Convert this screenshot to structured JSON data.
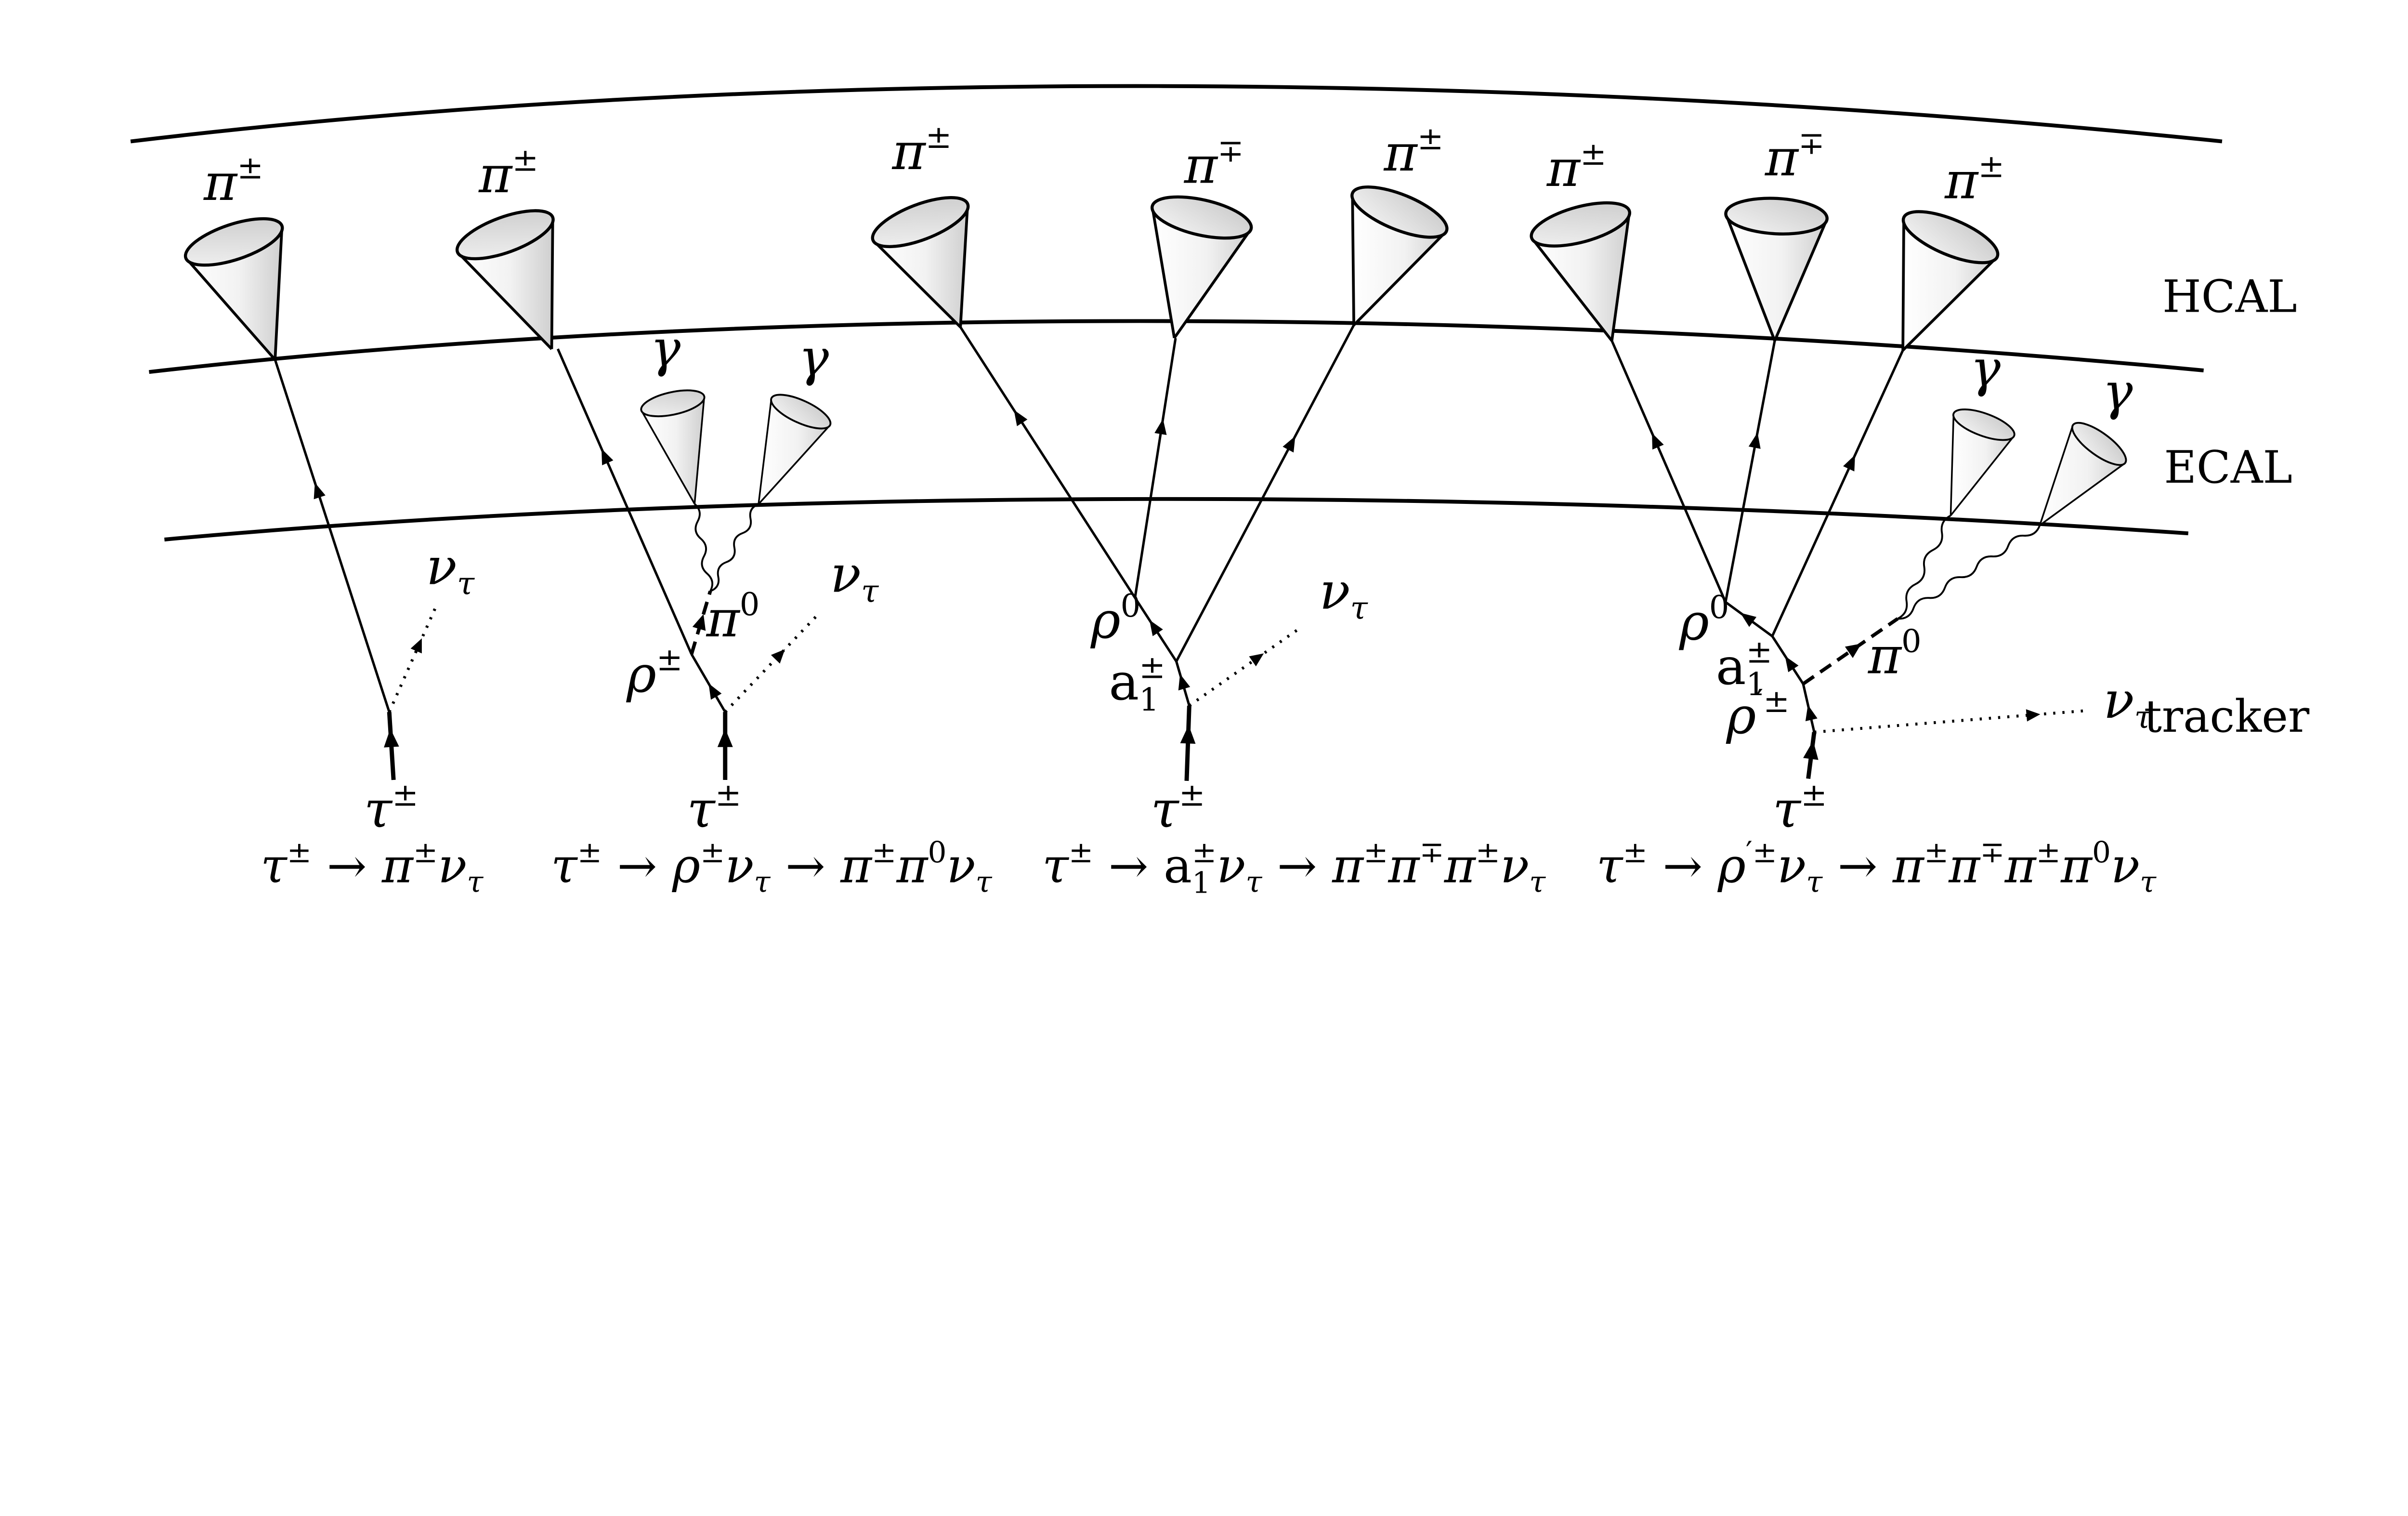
{
  "layer_labels": {
    "hcal": "HCAL",
    "ecal": "ECAL",
    "tracker": "tracker"
  },
  "labels": {
    "tau_pm": [
      {
        "t": "τ",
        "it": true,
        "sup": "±"
      }
    ],
    "nu_tau": [
      {
        "t": "ν",
        "it": true,
        "sub": "τ",
        "subit": true
      }
    ],
    "pi_pm": [
      {
        "t": "π",
        "it": true,
        "sup": "±"
      }
    ],
    "pi_mp": [
      {
        "t": "π",
        "it": true,
        "sup": "∓"
      }
    ],
    "pi_zero": [
      {
        "t": "π",
        "it": true,
        "sup": "0"
      }
    ],
    "rho_pm": [
      {
        "t": "ρ",
        "it": true,
        "sup": "±"
      }
    ],
    "rho_zero": [
      {
        "t": "ρ",
        "it": true,
        "sup": "0"
      }
    ],
    "rho_prime_pm": [
      {
        "t": "ρ",
        "it": true,
        "sup": "′±"
      }
    ],
    "a1_pm": [
      {
        "t": "a",
        "sup": "±",
        "sub": "1"
      }
    ],
    "gamma": [
      {
        "t": "γ",
        "it": true
      }
    ]
  },
  "formulas": [
    [
      {
        "t": "τ",
        "it": true,
        "sup": "±"
      },
      {
        "t": " → "
      },
      {
        "t": "π",
        "it": true,
        "sup": "±"
      },
      {
        "t": "ν",
        "it": true,
        "sub": "τ",
        "subit": true
      }
    ],
    [
      {
        "t": "τ",
        "it": true,
        "sup": "±"
      },
      {
        "t": " → "
      },
      {
        "t": "ρ",
        "it": true,
        "sup": "±"
      },
      {
        "t": "ν",
        "it": true,
        "sub": "τ",
        "subit": true
      },
      {
        "t": " → "
      },
      {
        "t": "π",
        "it": true,
        "sup": "±"
      },
      {
        "t": "π",
        "it": true,
        "sup": "0"
      },
      {
        "t": "ν",
        "it": true,
        "sub": "τ",
        "subit": true
      }
    ],
    [
      {
        "t": "τ",
        "it": true,
        "sup": "±"
      },
      {
        "t": " → "
      },
      {
        "t": "a",
        "sup": "±",
        "sub": "1"
      },
      {
        "t": "ν",
        "it": true,
        "sub": "τ",
        "subit": true
      },
      {
        "t": " → "
      },
      {
        "t": "π",
        "it": true,
        "sup": "±"
      },
      {
        "t": "π",
        "it": true,
        "sup": "∓"
      },
      {
        "t": "π",
        "it": true,
        "sup": "±"
      },
      {
        "t": "ν",
        "it": true,
        "sub": "τ",
        "subit": true
      }
    ],
    [
      {
        "t": "τ",
        "it": true,
        "sup": "±"
      },
      {
        "t": " → "
      },
      {
        "t": "ρ",
        "it": true,
        "sup": "′±"
      },
      {
        "t": "ν",
        "it": true,
        "sub": "τ",
        "subit": true
      },
      {
        "t": " → "
      },
      {
        "t": "π",
        "it": true,
        "sup": "±"
      },
      {
        "t": "π",
        "it": true,
        "sup": "∓"
      },
      {
        "t": "π",
        "it": true,
        "sup": "±"
      },
      {
        "t": "π",
        "it": true,
        "sup": "0"
      },
      {
        "t": "ν",
        "it": true,
        "sub": "τ",
        "subit": true
      }
    ]
  ],
  "colors": {
    "stroke": "#000000",
    "background": "#ffffff",
    "cone_light": "#ffffff",
    "cone_shade": "#c9c9c9"
  }
}
